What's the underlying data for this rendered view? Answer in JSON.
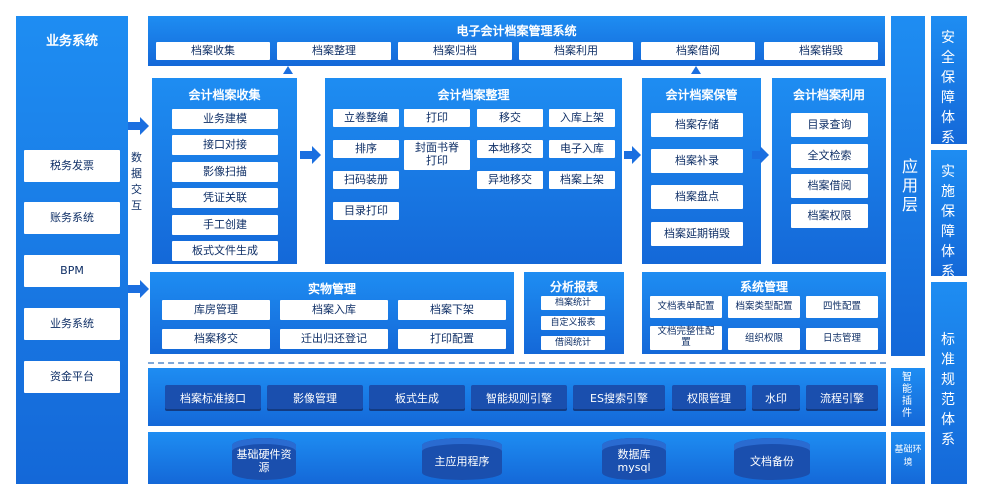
{
  "business": {
    "title": "业务系统",
    "items": [
      "税务发票",
      "账务系统",
      "BPM",
      "业务系统",
      "资金平台"
    ],
    "exchange": "数据交互"
  },
  "top": {
    "title": "电子会计档案管理系统",
    "items": [
      "档案收集",
      "档案整理",
      "档案归档",
      "档案利用",
      "档案借阅",
      "档案销毁"
    ]
  },
  "collect": {
    "title": "会计档案收集",
    "items": [
      "业务建模",
      "接口对接",
      "影像扫描",
      "凭证关联",
      "手工创建",
      "板式文件生成"
    ]
  },
  "organize": {
    "title": "会计档案整理",
    "items": [
      "立卷整编",
      "打印",
      "移交",
      "入库上架",
      "排序",
      "封面书脊打印",
      "本地移交",
      "电子入库",
      "扫码装册",
      "异地移交",
      "档案上架",
      "目录打印"
    ]
  },
  "keep": {
    "title": "会计档案保管",
    "items": [
      "档案存储",
      "档案补录",
      "档案盘点",
      "档案延期销毁"
    ]
  },
  "use": {
    "title": "会计档案利用",
    "items": [
      "目录查询",
      "全文检索",
      "档案借阅",
      "档案权限"
    ]
  },
  "physical": {
    "title": "实物管理",
    "items": [
      "库房管理",
      "档案入库",
      "档案下架",
      "档案移交",
      "迁出归还登记",
      "打印配置"
    ]
  },
  "report": {
    "title": "分析报表",
    "items": [
      "档案统计",
      "自定义报表",
      "借阅统计"
    ]
  },
  "sysmgmt": {
    "title": "系统管理",
    "items": [
      "文档表单配置",
      "档案类型配置",
      "四性配置",
      "文档完整性配置",
      "组织权限",
      "日志管理"
    ]
  },
  "plugins": {
    "items": [
      "档案标准接口",
      "影像管理",
      "板式生成",
      "智能规则引擎",
      "ES搜索引擎",
      "权限管理",
      "水印",
      "流程引擎"
    ]
  },
  "base": {
    "items": [
      "基础硬件资源",
      "主应用程序",
      "数据库mysql",
      "文档备份"
    ]
  },
  "layers": {
    "app": "应用层",
    "plugin": "智能插件",
    "env": "基础环境"
  },
  "right": {
    "items": [
      "安全保障体系",
      "实施保障体系",
      "标准规范体系"
    ]
  },
  "colors": {
    "panel": "#1a7ee8",
    "dark": "#1a4fae",
    "white": "#ffffff"
  }
}
